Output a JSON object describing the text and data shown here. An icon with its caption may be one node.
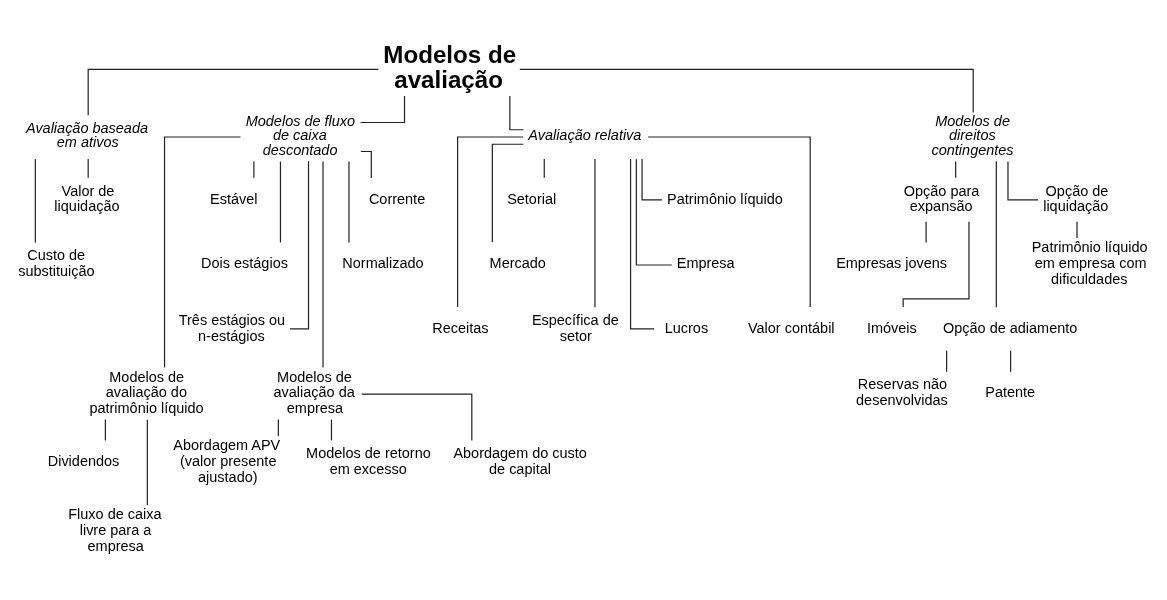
{
  "diagram": {
    "nodes": [
      {
        "text": [
          "Modelos de avaliação"
        ]
      },
      {
        "text": [
          "Avaliação baseada em ativos"
        ]
      },
      {
        "text": [
          "Valor de liquidação"
        ]
      },
      {
        "text": [
          "Custo de substituição"
        ]
      },
      {
        "text": [
          "Modelos de fluxo de caixa descontado"
        ]
      },
      {
        "text": [
          "Estável"
        ]
      },
      {
        "text": [
          "Dois estágios"
        ]
      },
      {
        "text": [
          "Três estágios ou n-estágios"
        ]
      },
      {
        "text": [
          "Corrente"
        ]
      },
      {
        "text": [
          "Normalizado"
        ]
      },
      {
        "text": [
          "Modelos de avaliação do patrimônio líquido"
        ]
      },
      {
        "text": [
          "Dividendos"
        ]
      },
      {
        "text": [
          "Fluxo de caixa livre para a empresa"
        ]
      },
      {
        "text": [
          "Modelos de avaliação da empresa"
        ]
      },
      {
        "text": [
          "Abordagem do custo de capital"
        ]
      },
      {
        "text": [
          "Abordagem APV (valor presente ajustado)"
        ]
      },
      {
        "text": [
          "Modelos de retorno em excesso"
        ]
      },
      {
        "text": [
          "Avaliação relativa"
        ]
      },
      {
        "text": [
          "Patrimônio líquido"
        ]
      },
      {
        "text": [
          "Empresa"
        ]
      },
      {
        "text": [
          "Setorial"
        ]
      },
      {
        "text": [
          "Mercado"
        ]
      },
      {
        "text": [
          "Lucros"
        ]
      },
      {
        "text": [
          "Valor contábil"
        ]
      },
      {
        "text": [
          "Receitas"
        ]
      },
      {
        "text": [
          "Específica de setor"
        ]
      },
      {
        "text": [
          "Modelos de direitos contingentes"
        ]
      },
      {
        "text": [
          "Opção de adiamento"
        ]
      },
      {
        "text": [
          "Opção para expansão"
        ]
      },
      {
        "text": [
          "Opção de liquidação"
        ]
      },
      {
        "text": [
          "Patente"
        ]
      },
      {
        "text": [
          "Reservas não desenvolvidas"
        ]
      },
      {
        "text": [
          "Empresas jovens"
        ]
      },
      {
        "text": [
          "Imóveis"
        ]
      },
      {
        "text": [
          "Patrimônio líquido em empresa com dificuldades"
        ]
      }
    ],
    "edges": [
      {
        "from": 0,
        "to": 1,
        "arrow": "none"
      },
      {
        "from": 0,
        "to": 4,
        "arrow": "none"
      },
      {
        "from": 0,
        "to": 17,
        "arrow": "none"
      },
      {
        "from": 0,
        "to": 26,
        "arrow": "none"
      },
      {
        "from": 1,
        "to": 2,
        "arrow": "none"
      },
      {
        "from": 1,
        "to": 3,
        "arrow": "none"
      },
      {
        "from": 4,
        "to": 5,
        "arrow": "none"
      },
      {
        "from": 4,
        "to": 6,
        "arrow": "none"
      },
      {
        "from": 4,
        "to": 7,
        "arrow": "none"
      },
      {
        "from": 4,
        "to": 8,
        "arrow": "none"
      },
      {
        "from": 4,
        "to": 9,
        "arrow": "none"
      },
      {
        "from": 4,
        "to": 10,
        "arrow": "none"
      },
      {
        "from": 4,
        "to": 13,
        "arrow": "none"
      },
      {
        "from": 10,
        "to": 11,
        "arrow": "none"
      },
      {
        "from": 10,
        "to": 12,
        "arrow": "none"
      },
      {
        "from": 13,
        "to": 14,
        "arrow": "none"
      },
      {
        "from": 13,
        "to": 15,
        "arrow": "none"
      },
      {
        "from": 13,
        "to": 16,
        "arrow": "none"
      },
      {
        "from": 17,
        "to": 18,
        "arrow": "none"
      },
      {
        "from": 17,
        "to": 19,
        "arrow": "none"
      },
      {
        "from": 17,
        "to": 20,
        "arrow": "none"
      },
      {
        "from": 17,
        "to": 21,
        "arrow": "none"
      },
      {
        "from": 17,
        "to": 22,
        "arrow": "none"
      },
      {
        "from": 17,
        "to": 23,
        "arrow": "none"
      },
      {
        "from": 17,
        "to": 24,
        "arrow": "none"
      },
      {
        "from": 17,
        "to": 25,
        "arrow": "none"
      },
      {
        "from": 26,
        "to": 27,
        "arrow": "none"
      },
      {
        "from": 26,
        "to": 28,
        "arrow": "none"
      },
      {
        "from": 26,
        "to": 29,
        "arrow": "none"
      },
      {
        "from": 27,
        "to": 30,
        "arrow": "none"
      },
      {
        "from": 27,
        "to": 31,
        "arrow": "none"
      },
      {
        "from": 28,
        "to": 32,
        "arrow": "none"
      },
      {
        "from": 28,
        "to": 33,
        "arrow": "none"
      },
      {
        "from": 29,
        "to": 34,
        "arrow": "none"
      }
    ]
  }
}
